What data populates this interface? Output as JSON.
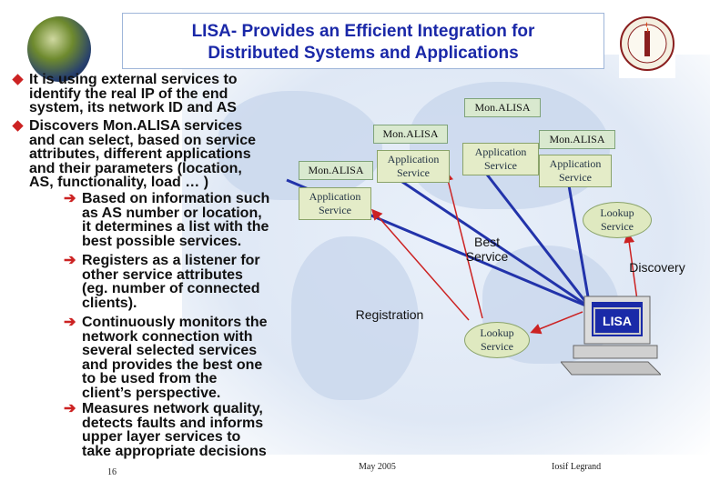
{
  "title": {
    "line1": "LISA- Provides an Efficient Integration for",
    "line2": "Distributed Systems and Applications"
  },
  "bullets": [
    {
      "text": "It is using external services to\nidentify the real IP of the end\nsystem, its network ID and AS"
    },
    {
      "text": "Discovers Mon.ALISA services\nand can select, based on service\nattributes, different applications\nand their parameters  (location,\nAS, functionality, load … )"
    }
  ],
  "subbullets": [
    {
      "text": "Based on information such\nas AS number or location,\nit determines a list with the\nbest possible services."
    },
    {
      "text": "Registers as a listener for\nother service attributes\n(eg. number of connected\nclients)."
    },
    {
      "text": "Continuously monitors the\nnetwork connection with\nseveral selected services\nand provides the best one\nto be used from  the\nclient’s perspective."
    },
    {
      "text": "Measures  network quality,\ndetects faults and informs\nupper layer services  to\ntake appropriate decisions"
    }
  ],
  "diagram": {
    "monalisa_label": "Mon.ALISA",
    "application_label": "Application",
    "service_label": "Service",
    "lookup_label": "Lookup",
    "best_service": "Best\nService",
    "discovery": "Discovery",
    "registration": "Registration",
    "lisa": "LISA"
  },
  "footer": {
    "page": "16",
    "date": "May   2005",
    "author": "Iosif Legrand"
  },
  "colors": {
    "title": "#1a28a8",
    "bullet_marker": "#cc2222",
    "arrow": "#cc2222",
    "connector": "#2233aa"
  }
}
